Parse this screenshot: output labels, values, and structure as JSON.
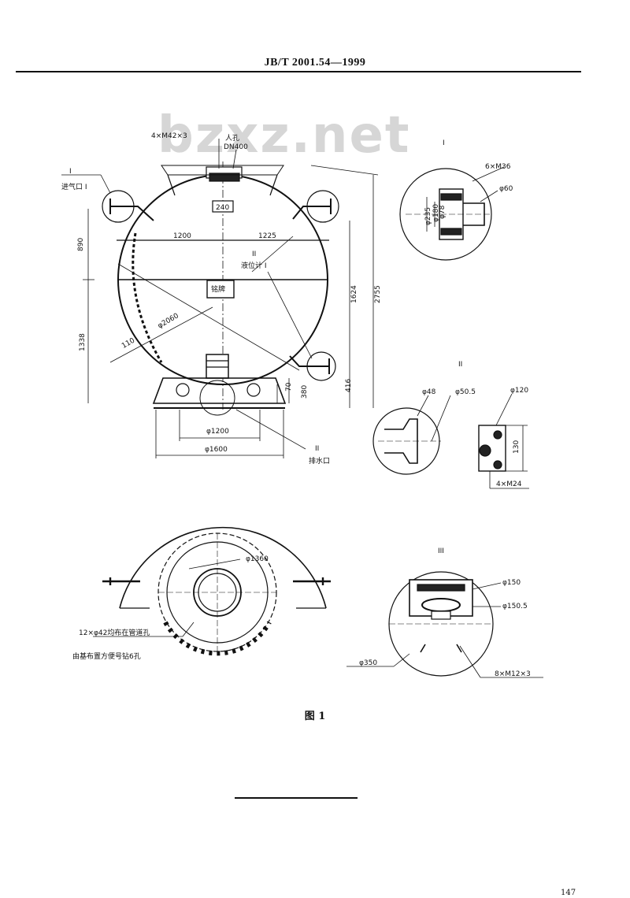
{
  "header": {
    "standard_number": "JB/T 2001.54—1999"
  },
  "watermark": "bzxz.net",
  "figure": {
    "caption": "图 1",
    "labels": {
      "bolts_top": "4×M42×3",
      "manhole": "人孔",
      "manhole_dn": "DN400",
      "ref_I": "I",
      "gas_inlet": "进气口 I",
      "dim_240": "240",
      "dim_890": "890",
      "dim_1200": "1200",
      "dim_1225": "1225",
      "ref_II_level": "II",
      "level_gauge": "液位计 I",
      "nameplate": "铭牌",
      "dim_phi2060": "φ2060",
      "dim_110": "110",
      "dim_1338": "1338",
      "dim_1624": "1624",
      "dim_2755": "2755",
      "dim_416": "416",
      "dim_380": "380",
      "dim_70": "70",
      "dim_phi1200": "φ1200",
      "dim_phi1600": "φ1600",
      "ref_II_drain": "II",
      "drain": "排水口",
      "dim_phi1360": "φ1360",
      "holes_note_1": "12×φ42均布在管道孔",
      "holes_note_2": "由基布置方便号钻6孔",
      "detailI_title": "I",
      "detailI_bolts": "6×M36",
      "detailI_phi60": "φ60",
      "detailI_phi235": "φ235",
      "detailI_phi180": "φ180",
      "detailI_phi78": "φ78",
      "detailII_title": "II",
      "detailII_phi48": "φ48",
      "detailII_phi50": "φ50.5",
      "detailII_phi120": "φ120",
      "detailII_130": "130",
      "detailII_bolts": "4×M24",
      "detailIII_title": "III",
      "detailIII_phi150": "φ150",
      "detailIII_phi1505": "φ150.5",
      "detailIII_phi350": "φ350",
      "detailIII_bolts": "8×M12×3"
    }
  },
  "page_number": "147"
}
